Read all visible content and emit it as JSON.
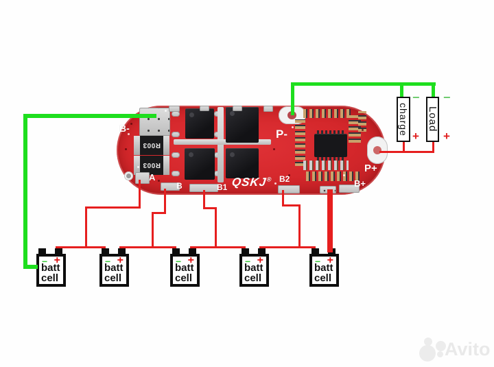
{
  "board": {
    "brand": "QSKJ",
    "reg": "®",
    "labels": {
      "b_minus": "B-",
      "p_minus": "P-",
      "p_plus": "P+",
      "a": "A",
      "b": "B",
      "b1": "B1",
      "b2": "B2",
      "b_plus": "B+"
    },
    "resistors": [
      "R003",
      "R003"
    ]
  },
  "cells": [
    {
      "line1": "batt",
      "line2": "cell",
      "minus": "−",
      "plus": "+"
    },
    {
      "line1": "batt",
      "line2": "cell",
      "minus": "−",
      "plus": "+"
    },
    {
      "line1": "batt",
      "line2": "cell",
      "minus": "−",
      "plus": "+"
    },
    {
      "line1": "batt",
      "line2": "cell",
      "minus": "−",
      "plus": "+"
    },
    {
      "line1": "batt",
      "line2": "cell",
      "minus": "−",
      "plus": "+"
    }
  ],
  "connections": {
    "charge": {
      "label": "charge",
      "minus": "−",
      "plus": "+"
    },
    "load": {
      "label": "Load",
      "minus": "−",
      "plus": "+"
    }
  },
  "colors": {
    "pcb_red": "#d4272b",
    "wire_green": "#1ede1e",
    "wire_red": "#e61e1e",
    "minus_green": "#3ecb3e",
    "plus_red": "#dd1111"
  },
  "watermark": {
    "text": "Avito"
  }
}
